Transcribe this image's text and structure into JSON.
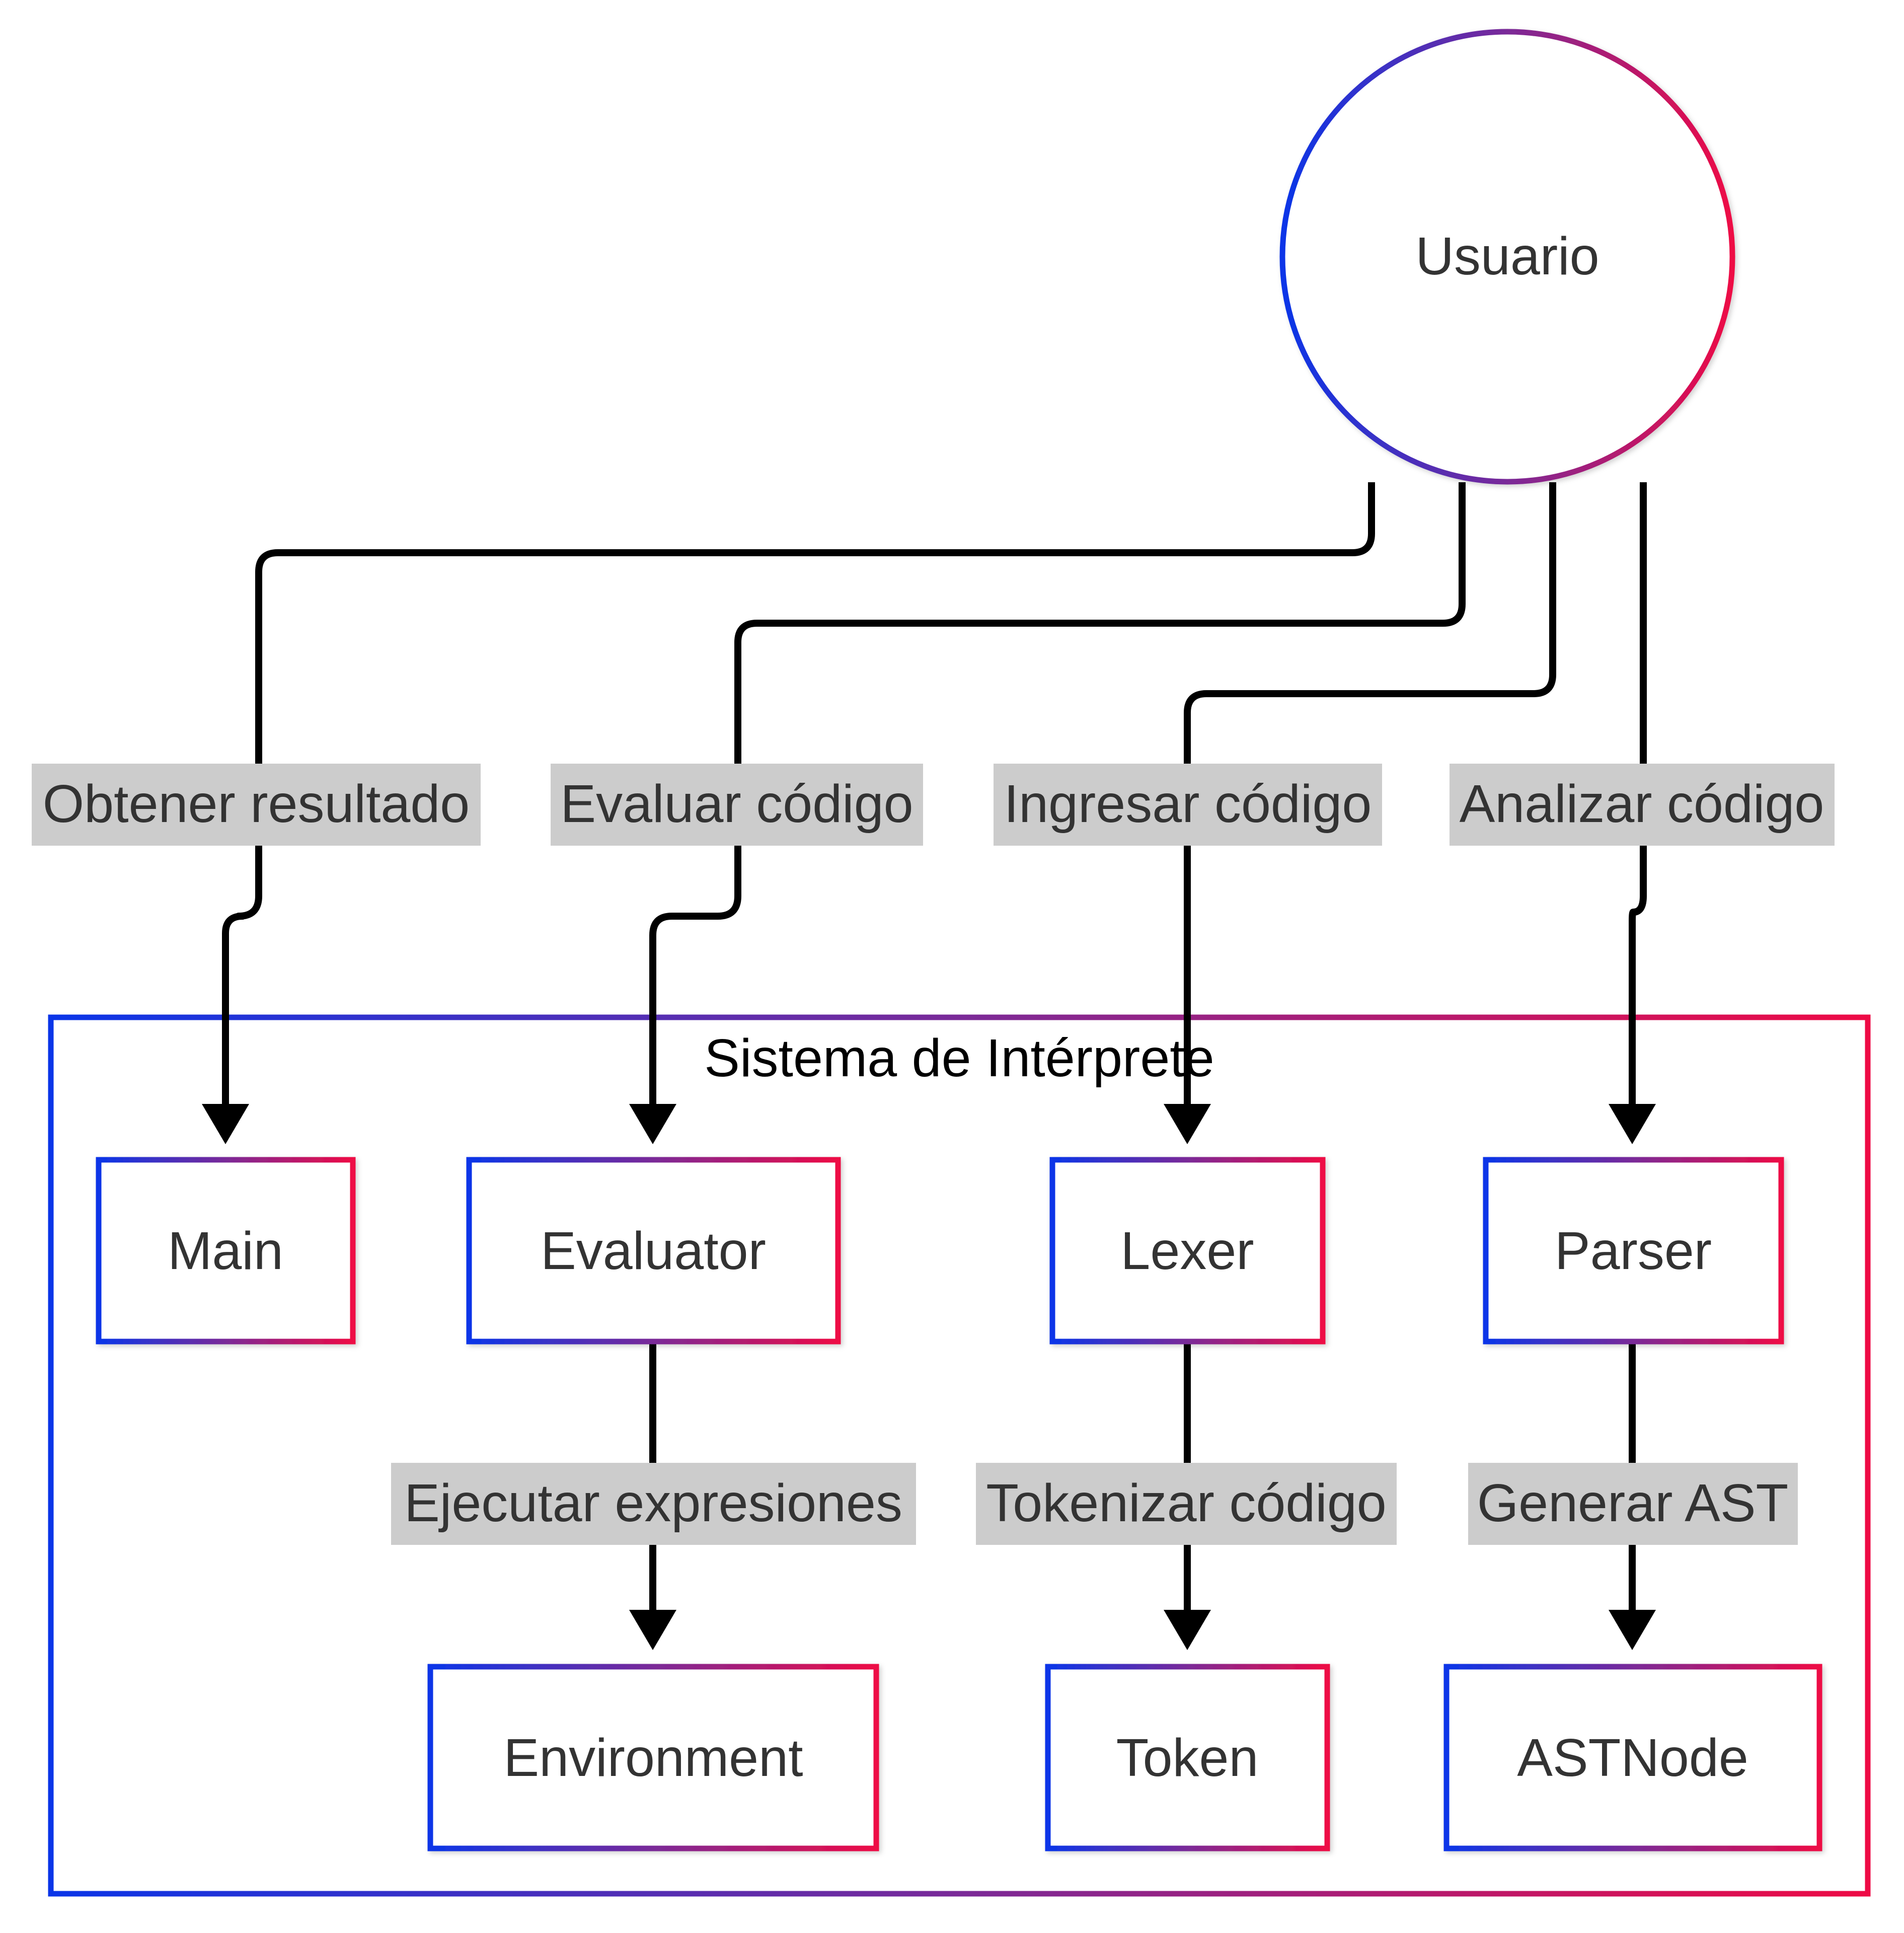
{
  "colors": {
    "gradient_start": "#0a35e8",
    "gradient_mid": "#7a2a98",
    "gradient_end": "#ee0a45",
    "edge": "#000000",
    "label_background": "#cccccc",
    "text": "#333333"
  },
  "actor": {
    "label": "Usuario"
  },
  "cluster": {
    "title": "Sistema de Intérprete"
  },
  "nodes": {
    "main": "Main",
    "evaluator": "Evaluator",
    "lexer": "Lexer",
    "parser": "Parser",
    "environment": "Environment",
    "token": "Token",
    "astnode": "ASTNode"
  },
  "edges": {
    "usuario_main": "Obtener resultado",
    "usuario_evaluator": "Evaluar código",
    "usuario_lexer": "Ingresar código",
    "usuario_parser": "Analizar código",
    "evaluator_environment": "Ejecutar expresiones",
    "lexer_token": "Tokenizar código",
    "parser_astnode": "Generar AST"
  }
}
